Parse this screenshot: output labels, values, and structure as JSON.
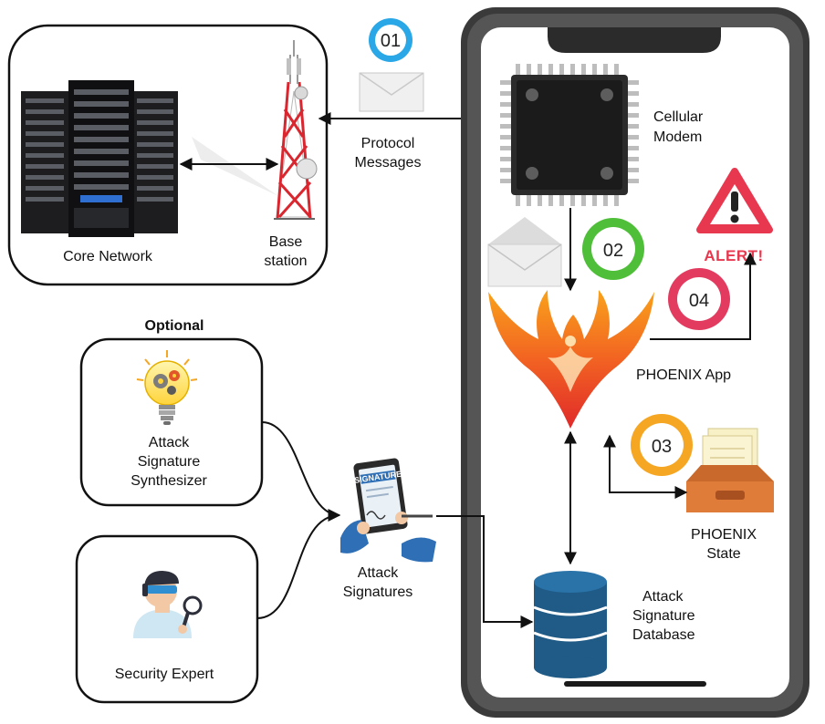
{
  "labels": {
    "core_network": "Core Network",
    "base_station_line1": "Base",
    "base_station_line2": "station",
    "protocol_line1": "Protocol",
    "protocol_line2": "Messages",
    "cellular_line1": "Cellular",
    "cellular_line2": "Modem",
    "phoenix_app": "PHOENIX App",
    "phoenix_state_line1": "PHOENIX",
    "phoenix_state_line2": "State",
    "db_line1": "Attack",
    "db_line2": "Signature",
    "db_line3": "Database",
    "optional": "Optional",
    "synth_line1": "Attack",
    "synth_line2": "Signature",
    "synth_line3": "Synthesizer",
    "expert": "Security Expert",
    "signatures_line1": "Attack",
    "signatures_line2": "Signatures",
    "alert": "ALERT!",
    "tablet_word": "SIGNATURE"
  },
  "badges": {
    "b01": "01",
    "b02": "02",
    "b03": "03",
    "b04": "04"
  },
  "colors": {
    "badge_01": "#29a7e6",
    "badge_02": "#4fbf3a",
    "badge_03": "#f5a623",
    "badge_04": "#e23b5f",
    "phone_frame": "#333333",
    "database": "#1f5b86",
    "alert_red": "#e8384f",
    "tower_red": "#d9262f"
  }
}
